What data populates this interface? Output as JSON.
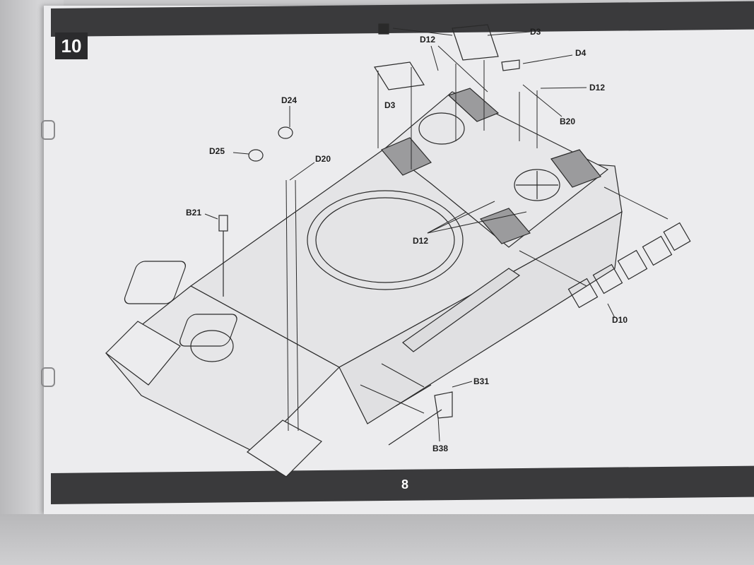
{
  "step": {
    "number": "10"
  },
  "page": {
    "number": "8"
  },
  "parts": [
    {
      "id": "d3-top-label",
      "text": "D3"
    },
    {
      "id": "d3-left-label",
      "text": "D3"
    },
    {
      "id": "d12-top-label",
      "text": "D12"
    },
    {
      "id": "d12-right-label",
      "text": "D12"
    },
    {
      "id": "d12-center-label",
      "text": "D12"
    },
    {
      "id": "d4-label",
      "text": "D4"
    },
    {
      "id": "b20-label",
      "text": "B20"
    },
    {
      "id": "d24-label",
      "text": "D24"
    },
    {
      "id": "d25-label",
      "text": "D25"
    },
    {
      "id": "d20-label",
      "text": "D20"
    },
    {
      "id": "b21-label",
      "text": "B21"
    },
    {
      "id": "d10-label",
      "text": "D10"
    },
    {
      "id": "b31-label",
      "text": "B31"
    },
    {
      "id": "b38-label",
      "text": "B38"
    }
  ],
  "colors": {
    "band": "#3a3a3c",
    "paper": "#ececee",
    "ink": "#2a2a2a"
  }
}
